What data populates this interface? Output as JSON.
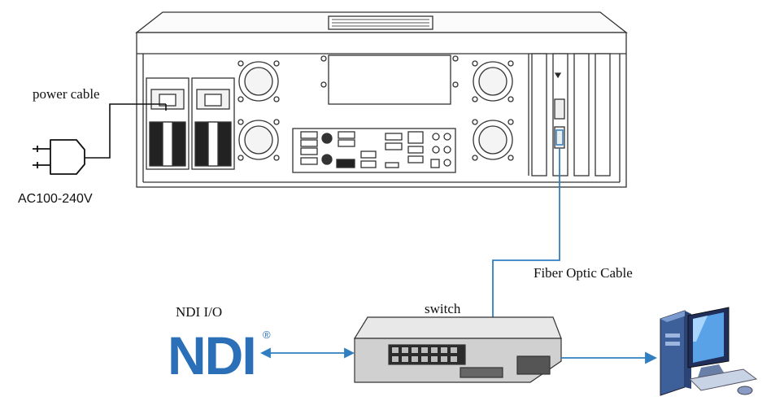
{
  "labels": {
    "power_cable": "power cable",
    "voltage": "AC100-240V",
    "fiber": "Fiber Optic Cable",
    "ndi_io": "NDI I/O",
    "switch": "switch",
    "ndi_logo": "NDI",
    "ndi_reg": "®"
  },
  "colors": {
    "cable_blue": "#2f7fc1",
    "ndi_blue": "#2a6fb7",
    "line_black": "#111111",
    "chassis_stroke": "#333333"
  },
  "icons": {
    "plug": "power-plug-icon",
    "computer": "desktop-computer-icon",
    "switch": "network-switch-icon",
    "server": "server-rear-panel"
  }
}
